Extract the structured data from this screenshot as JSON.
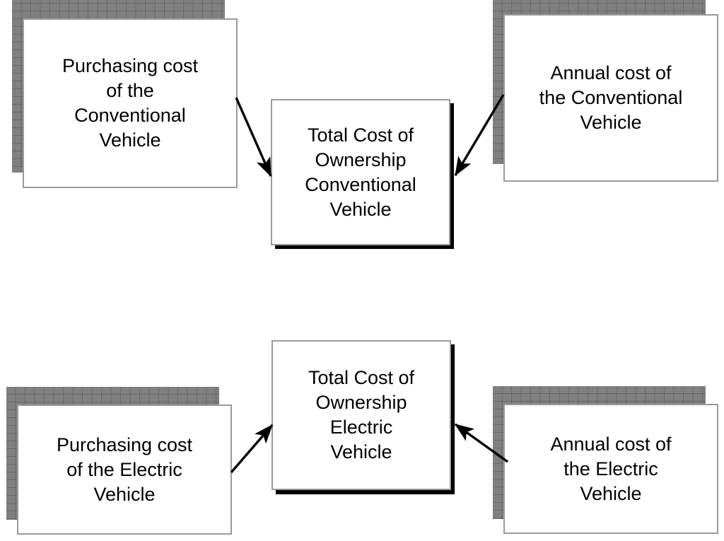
{
  "diagram": {
    "title": "Total Cost of Ownership comparison diagram",
    "colors": {
      "box_fill": "#ffffff",
      "box_border": "#9a9a9a",
      "texture_shadow": "#808080",
      "solid_shadow": "#000000",
      "arrow": "#000000",
      "text": "#000000"
    },
    "nodes": [
      {
        "id": "purchasing-cost-conventional",
        "label": "Purchasing cost\nof the\nConventional\nVehicle",
        "shadow_style": "texture",
        "shadow_offset": "up-left"
      },
      {
        "id": "tco-conventional",
        "label": "Total Cost of\nOwnership\nConventional\nVehicle",
        "shadow_style": "solid",
        "shadow_offset": "down-right"
      },
      {
        "id": "annual-cost-conventional",
        "label": "Annual cost of\nthe Conventional\nVehicle",
        "shadow_style": "texture",
        "shadow_offset": "up-left"
      },
      {
        "id": "purchasing-cost-electric",
        "label": "Purchasing cost\nof the Electric\nVehicle",
        "shadow_style": "texture",
        "shadow_offset": "up-left"
      },
      {
        "id": "tco-electric",
        "label": "Total Cost of\nOwnership\nElectric\nVehicle",
        "shadow_style": "solid",
        "shadow_offset": "down-right"
      },
      {
        "id": "annual-cost-electric",
        "label": "Annual cost of\nthe Electric\nVehicle",
        "shadow_style": "texture",
        "shadow_offset": "up-left"
      }
    ],
    "edges": [
      {
        "id": "purchasing-conventional-to-tco",
        "from": "purchasing-cost-conventional",
        "to": "tco-conventional",
        "direction": "down-right"
      },
      {
        "id": "annual-conventional-to-tco",
        "from": "annual-cost-conventional",
        "to": "tco-conventional",
        "direction": "down-left"
      },
      {
        "id": "purchasing-electric-to-tco",
        "from": "purchasing-cost-electric",
        "to": "tco-electric",
        "direction": "up-right"
      },
      {
        "id": "annual-electric-to-tco",
        "from": "annual-cost-electric",
        "to": "tco-electric",
        "direction": "up-left"
      }
    ]
  }
}
